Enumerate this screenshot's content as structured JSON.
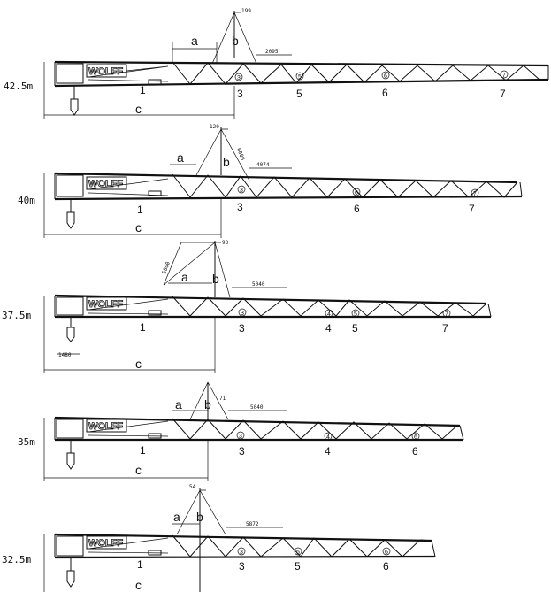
{
  "brand": "WOLFF",
  "labels": {
    "a": "a",
    "b": "b",
    "c": "c"
  },
  "configs": [
    {
      "jib_length": "42.5m",
      "dims": [
        "199",
        "2095"
      ],
      "sections": [
        "1",
        "3",
        "5",
        "6",
        "7"
      ],
      "circled": [
        "3",
        "5",
        "6",
        "7"
      ]
    },
    {
      "jib_length": "40m",
      "dims": [
        "120",
        "6000",
        "4074"
      ],
      "sections": [
        "1",
        "3",
        "6",
        "7"
      ],
      "circled": [
        "3",
        "6",
        "7"
      ]
    },
    {
      "jib_length": "37.5m",
      "dims": [
        "93",
        "5000",
        "5040",
        "1480"
      ],
      "sections": [
        "1",
        "3",
        "4",
        "5",
        "7"
      ],
      "circled": [
        "3",
        "4",
        "5",
        "7"
      ]
    },
    {
      "jib_length": "35m",
      "dims": [
        "71",
        "5040"
      ],
      "sections": [
        "1",
        "3",
        "4",
        "6"
      ],
      "circled": [
        "3",
        "4",
        "6"
      ]
    },
    {
      "jib_length": "32.5m",
      "dims": [
        "54",
        "5872"
      ],
      "sections": [
        "1",
        "3",
        "5",
        "6"
      ],
      "circled": [
        "3",
        "5",
        "6"
      ]
    }
  ]
}
